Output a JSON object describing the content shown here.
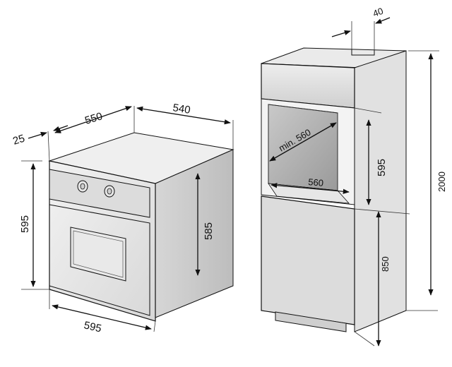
{
  "oven": {
    "dims": {
      "depth_total": "550",
      "depth_body": "540",
      "front_thickness": "25",
      "height_front": "595",
      "height_body": "585",
      "width": "595"
    }
  },
  "cabinet": {
    "dims": {
      "top_depth": "40",
      "opening_height": "595",
      "opening_depth_min": "min. 560",
      "opening_width": "560",
      "total_height": "2000",
      "lower_height": "850"
    }
  }
}
